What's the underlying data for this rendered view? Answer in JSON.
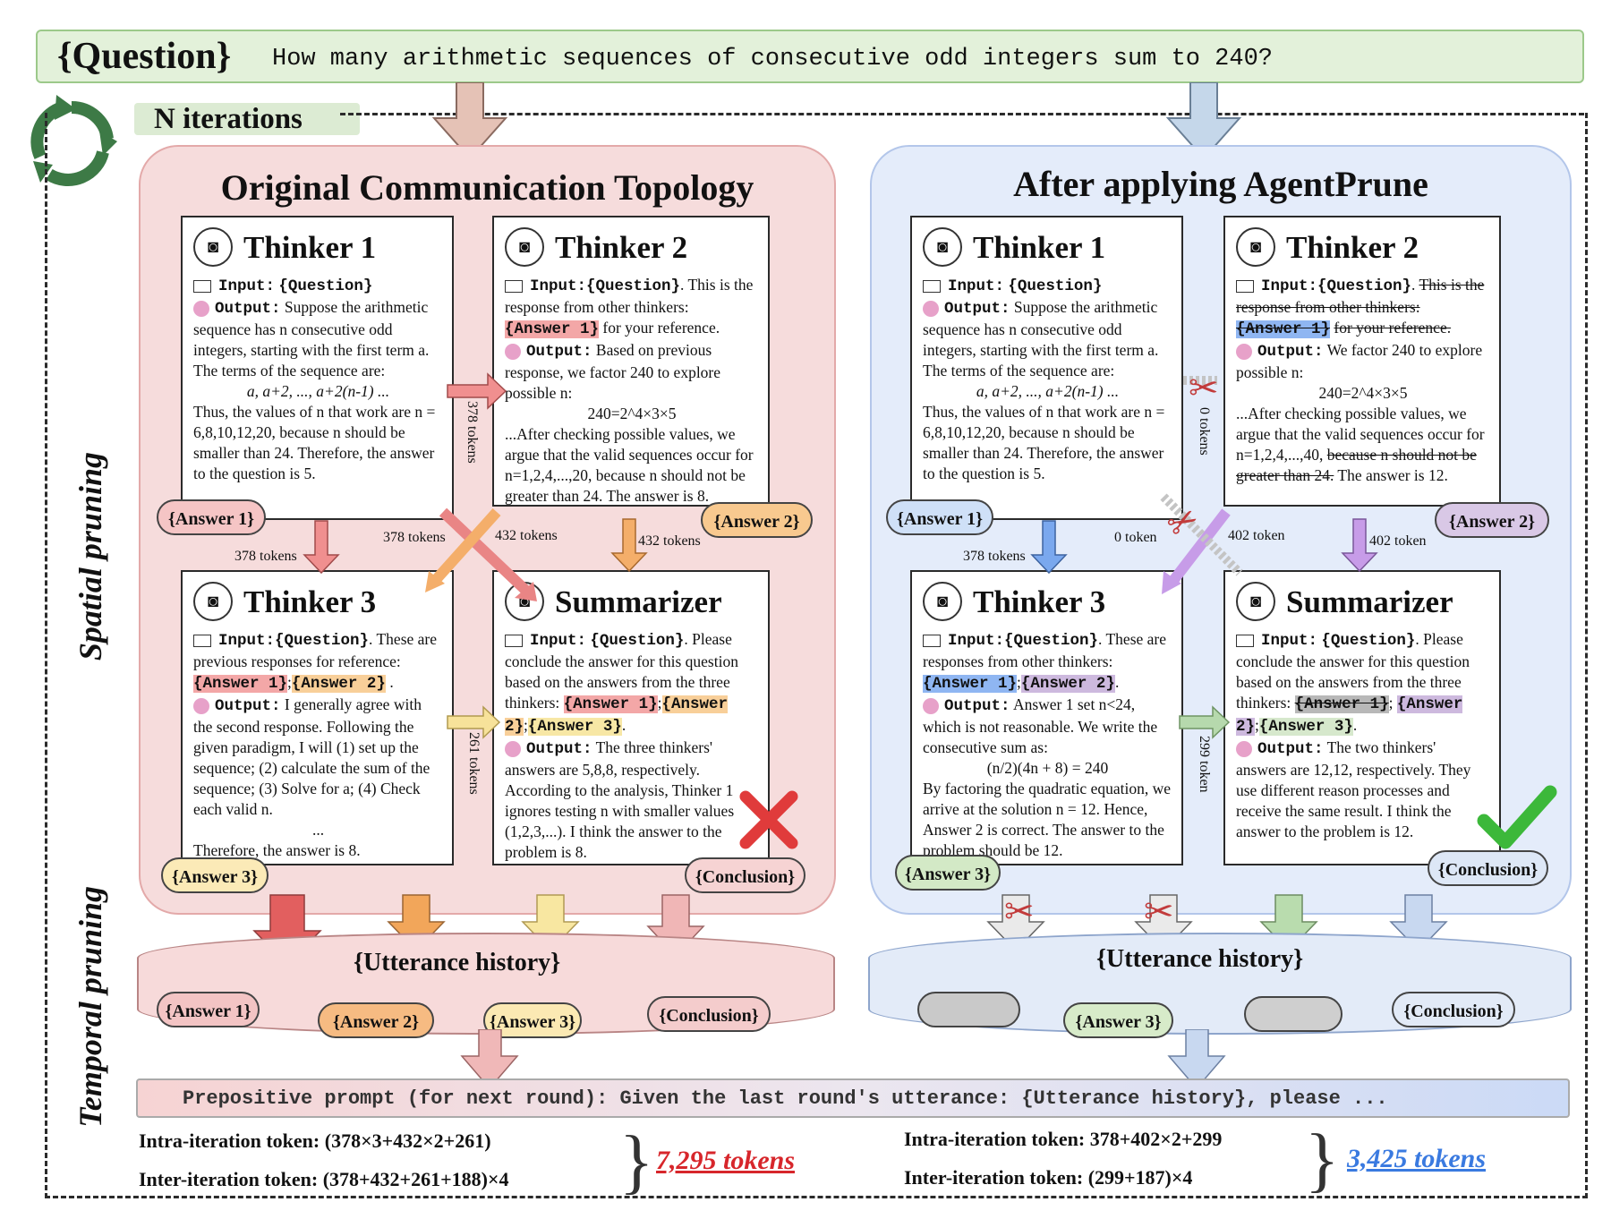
{
  "question": {
    "tag": "{Question}",
    "text": "How many arithmetic sequences of consecutive odd integers sum to 240?"
  },
  "iterations_label": "N iterations",
  "side_labels": {
    "spatial": "Spatial pruning",
    "temporal": "Temporal pruning"
  },
  "left": {
    "title": "Original Communication Topology",
    "thinker1": {
      "name": "Thinker 1",
      "input_label": "Input:",
      "input_value": "{Question}",
      "output_label": "Output:",
      "lines": [
        "Suppose the arithmetic sequence has n consecutive odd integers, starting with the first term a. The terms of the sequence are:",
        "a, a+2, ..., a+2(n-1) ...",
        "Thus, the values of n that work are n = 6,8,10,12,20, because n should be smaller than 24. Therefore, the answer to the question is 5."
      ]
    },
    "thinker2": {
      "name": "Thinker 2",
      "input_label": "Input:",
      "input_value": "{Question}",
      "input_rest": ". This is the response from other thinkers:",
      "ref": "{Answer 1}",
      "ref_tail": "for your reference.",
      "output_label": "Output:",
      "out1": "Based on previous response, we factor 240 to explore possible n:",
      "eq": "240=2^4×3×5",
      "out2": "...After checking possible values, we argue that the valid sequences occur for n=1,2,4,...,20, because n should not be greater than 24. The answer is 8."
    },
    "thinker3": {
      "name": "Thinker 3",
      "input_label": "Input:",
      "input_value": "{Question}",
      "input_rest": ". These are previous responses for reference:",
      "ref1": "{Answer 1}",
      "ref2": "{Answer 2}",
      "output_label": "Output:",
      "out": "I generally agree with the second response. Following the given paradigm, I will (1) set up the sequence; (2) calculate the sum of the sequence; (3) Solve for a; (4) Check each valid n.",
      "dots": "...",
      "final": "Therefore, the answer is 8."
    },
    "summarizer": {
      "name": "Summarizer",
      "input_label": "Input:",
      "input_value": "{Question}",
      "input_rest": ". Please conclude the answer for this question based on the answers from the three thinkers:",
      "ref1": "{Answer 1}",
      "ref2": "{Answer 2}",
      "ref3": "{Answer 3}",
      "output_label": "Output:",
      "out": "The three thinkers' answers are 5,8,8, respectively. According to the analysis, Thinker 1 ignores testing n with smaller values (1,2,3,...). I think the answer to the problem is 8."
    },
    "pills": {
      "a1": "{Answer 1}",
      "a2": "{Answer 2}",
      "a3": "{Answer 3}",
      "conc": "{Conclusion}"
    },
    "tokens": {
      "t1_t2": "378 tokens",
      "t1_t3": "378 tokens",
      "t1_sum": "378 tokens",
      "t2_t3": "432 tokens",
      "t2_sum": "432 tokens",
      "t3_sum": "261 tokens"
    },
    "history": {
      "title": "{Utterance history}",
      "items": [
        "{Answer 1}",
        "{Answer 2}",
        "{Answer 3}",
        "{Conclusion}"
      ]
    }
  },
  "right": {
    "title": "After applying AgentPrune",
    "thinker1": {
      "name": "Thinker 1",
      "input_label": "Input:",
      "input_value": "{Question}",
      "output_label": "Output:",
      "lines": [
        "Suppose the arithmetic sequence has n consecutive odd integers, starting with the first term a. The terms of the sequence are:",
        "a, a+2, ..., a+2(n-1) ...",
        "Thus, the values of n that work are n = 6,8,10,12,20, because n should be smaller than 24. Therefore, the answer to the question is 5."
      ]
    },
    "thinker2": {
      "name": "Thinker 2",
      "input_label": "Input:",
      "input_value": "{Question}",
      "input_rest": "This is the response from other thinkers:",
      "ref": "{Answer 1}",
      "ref_tail": "for your reference.",
      "output_label": "Output:",
      "out1": "We factor 240 to explore possible n:",
      "eq": "240=2^4×3×5",
      "out2a": "...After checking possible values, we argue that the valid sequences occur for n=1,2,4,...,40,",
      "out2b": "because n should not be greater than 24.",
      "out2c": "The answer is 12."
    },
    "thinker3": {
      "name": "Thinker 3",
      "input_label": "Input:",
      "input_value": "{Question}",
      "input_rest": ". These are responses from other thinkers:",
      "ref1": "{Answer 1}",
      "ref2": "{Answer 2}",
      "output_label": "Output:",
      "out1": "Answer 1 set n<24, which is not reasonable. We write the consecutive sum as:",
      "eq": "(n/2)(4n + 8) = 240",
      "out2": "By factoring the quadratic equation, we arrive at the solution n = 12. Hence, Answer 2 is correct. The answer to the problem should be 12."
    },
    "summarizer": {
      "name": "Summarizer",
      "input_label": "Input:",
      "input_value": "{Question}",
      "input_rest": ". Please conclude the answer for this question based on the answers from the three thinkers:",
      "ref1": "{Answer 1}",
      "ref2": "{Answer 2}",
      "ref3": "{Answer 3}",
      "output_label": "Output:",
      "out": "The two thinkers' answers are 12,12, respectively. They use different reason processes and receive the same result. I think the answer to the problem is 12."
    },
    "pills": {
      "a1": "{Answer 1}",
      "a2": "{Answer 2}",
      "a3": "{Answer 3}",
      "conc": "{Conclusion}"
    },
    "tokens": {
      "t1_t2": "0 tokens",
      "t1_t3": "378 tokens",
      "t1_sum": "0 token",
      "t2_t3": "402 token",
      "t2_sum": "402 token",
      "t3_sum": "299 token"
    },
    "history": {
      "title": "{Utterance history}",
      "items": [
        "{Answer 3}",
        "{Conclusion}"
      ]
    }
  },
  "prompt": "Prepositive prompt (for next round): Given the last round's utterance: {Utterance history}, please ...",
  "summary": {
    "left": {
      "intra": "Intra-iteration token: (378×3+432×2+261)",
      "inter": "Inter-iteration token: (378+432+261+188)×4",
      "total": "7,295 tokens"
    },
    "right": {
      "intra": "Intra-iteration token: 378+402×2+299",
      "inter": "Inter-iteration token: (299+187)×4",
      "total": "3,425 tokens"
    }
  },
  "colors": {
    "red": "#e06b6b",
    "orange": "#f2a65a",
    "yellow": "#f5dd8a",
    "blue": "#79a6ea",
    "purple": "#c79ce8",
    "green": "#a7d39a",
    "total_red": "#d7262b",
    "total_blue": "#3a7ae0"
  },
  "icons": {
    "cycle": "recycle-arrows-icon",
    "cut": "scissors-icon",
    "wrong": "cross-mark-icon",
    "right": "check-mark-icon"
  }
}
